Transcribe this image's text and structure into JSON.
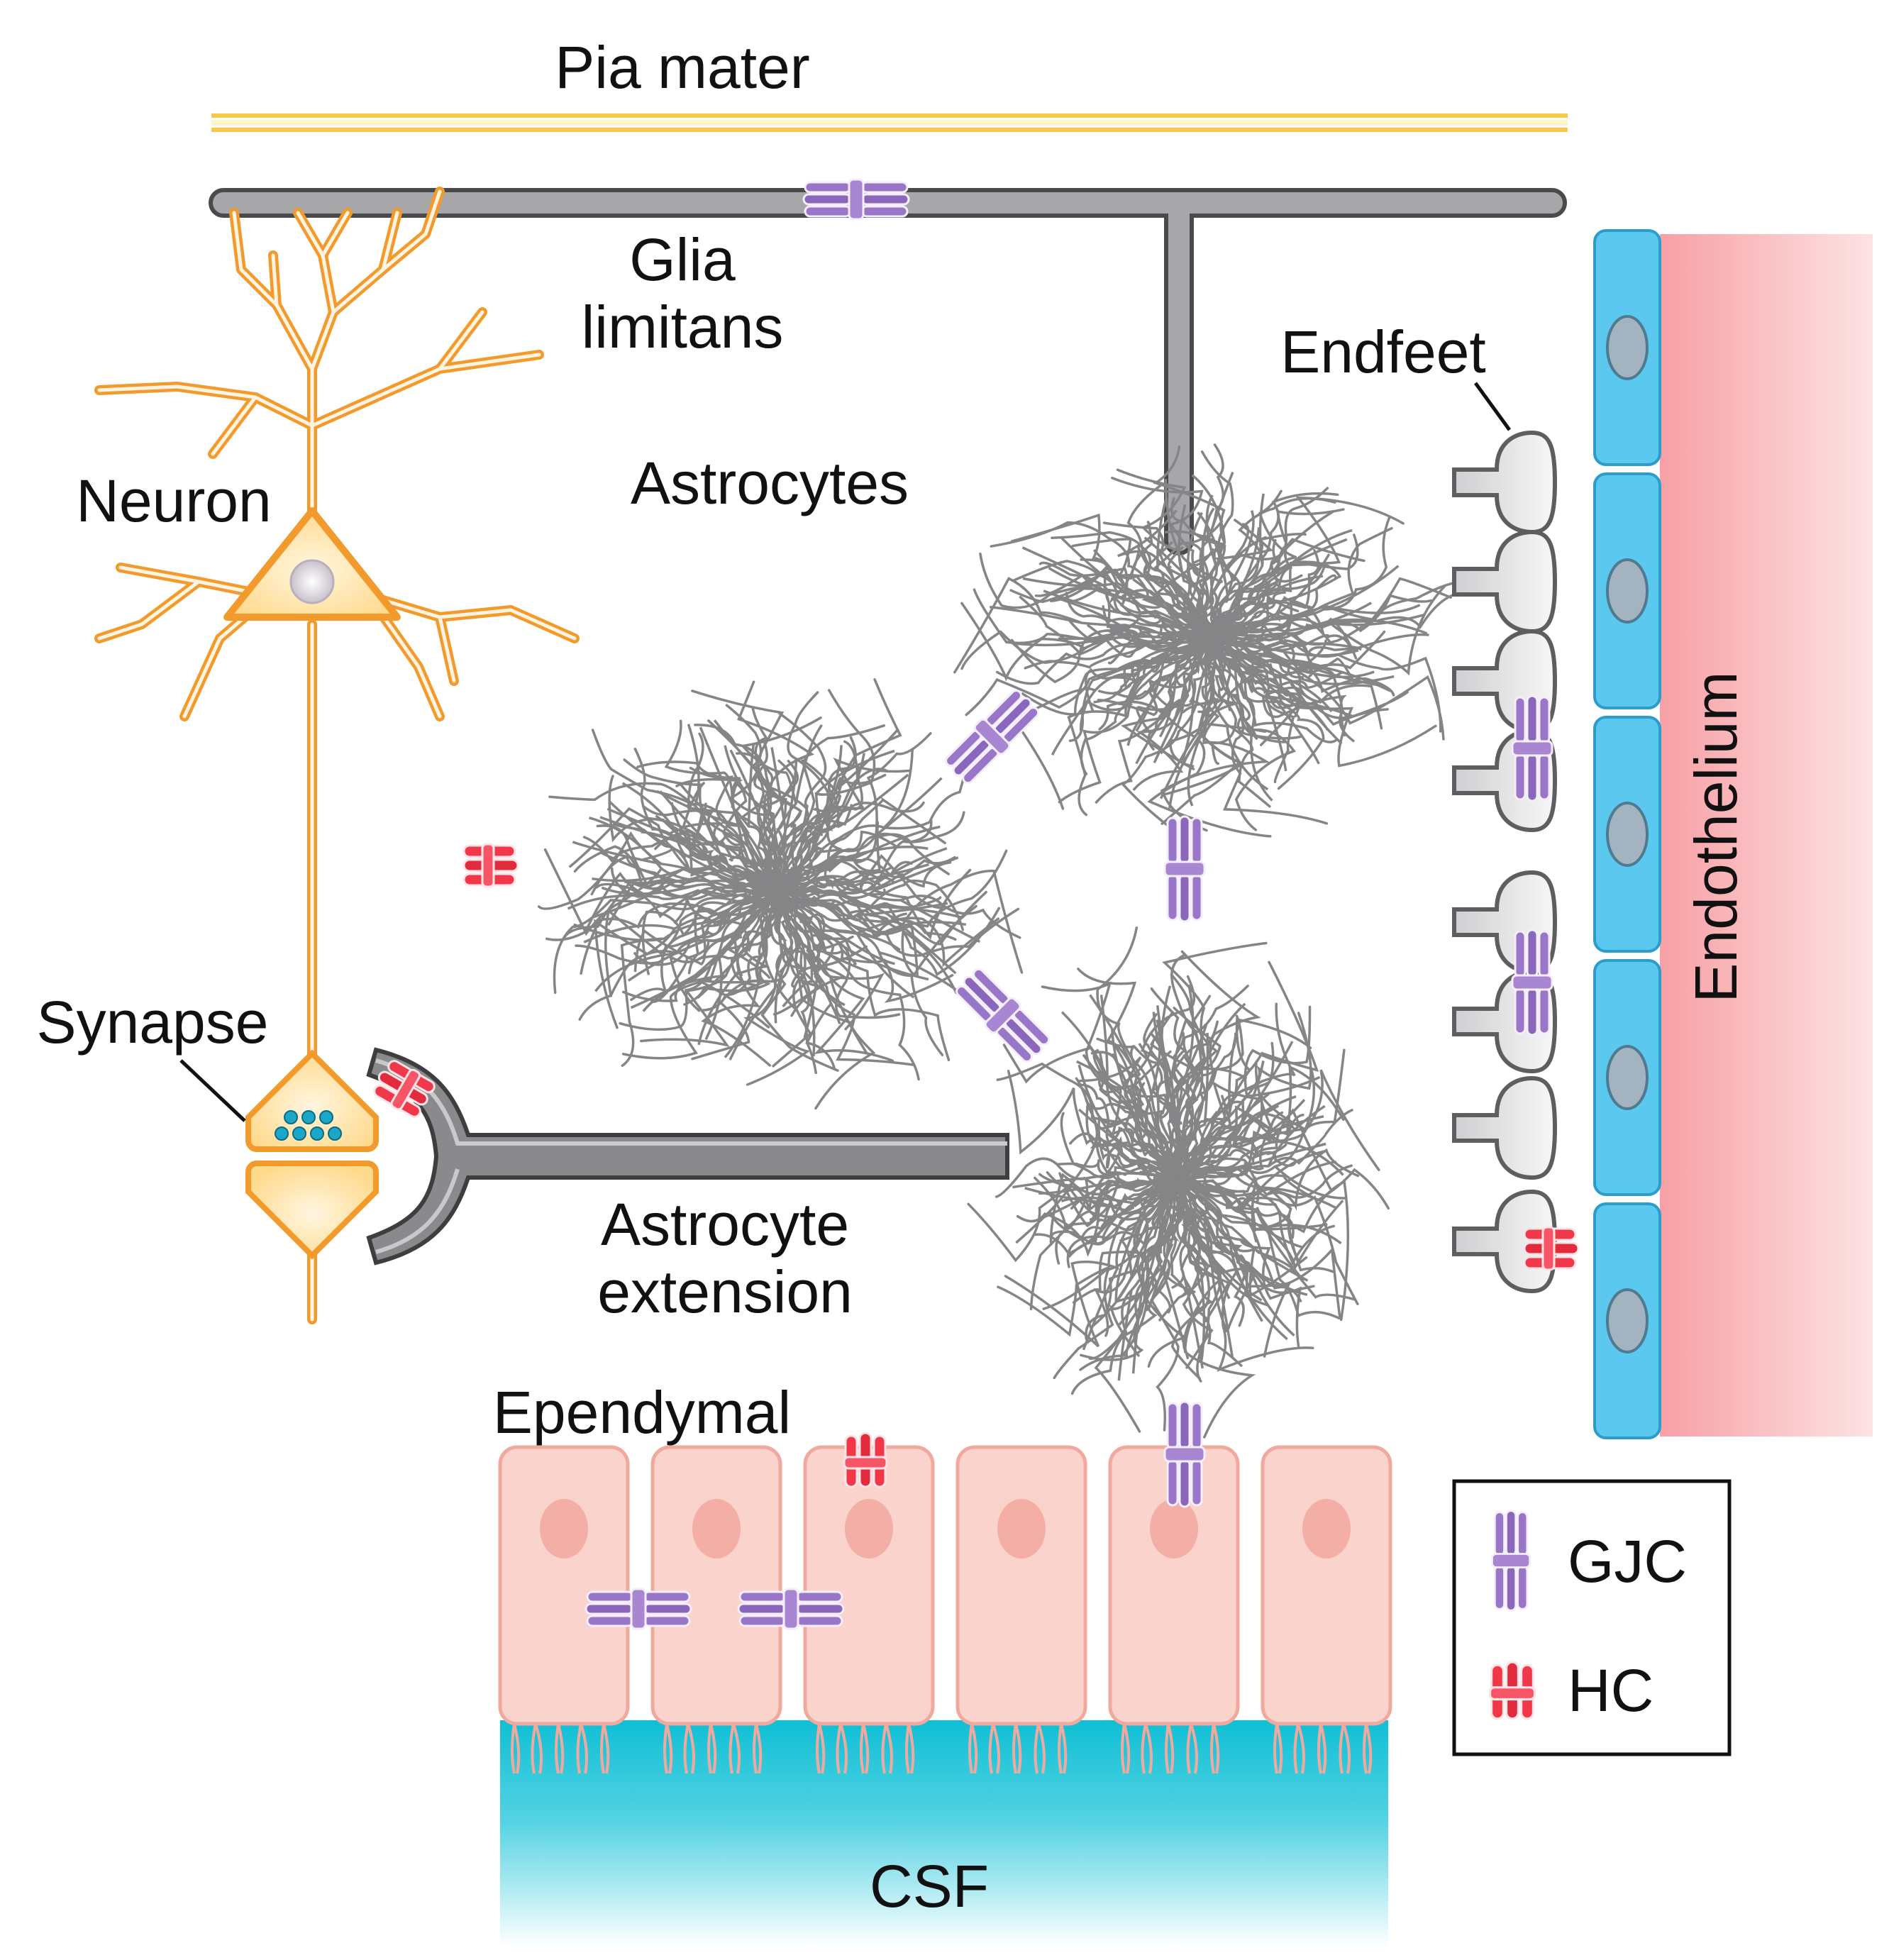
{
  "labels": {
    "pia_mater": "Pia mater",
    "glia_limitans_1": "Glia",
    "glia_limitans_2": "limitans",
    "endfeet": "Endfeet",
    "neuron": "Neuron",
    "astrocytes": "Astrocytes",
    "synapse": "Synapse",
    "astrocyte_extension_1": "Astrocyte",
    "astrocyte_extension_2": "extension",
    "ependymal": "Ependymal",
    "endothelium": "Endothelium",
    "csf": "CSF"
  },
  "legend": {
    "gjc_label": "GJC",
    "hc_label": "HC"
  },
  "colors": {
    "pia": "#F6C94A",
    "glia": "#A7A7A9",
    "neuron": "#F39A2C",
    "gjc": "#9A76C8",
    "hc": "#F0384A",
    "endothelial_cell": "#5BC8F0",
    "endothelium_band": "#F9A9AC",
    "ependymal_cell": "#FAD3CC",
    "csf": "#11C2D6"
  }
}
